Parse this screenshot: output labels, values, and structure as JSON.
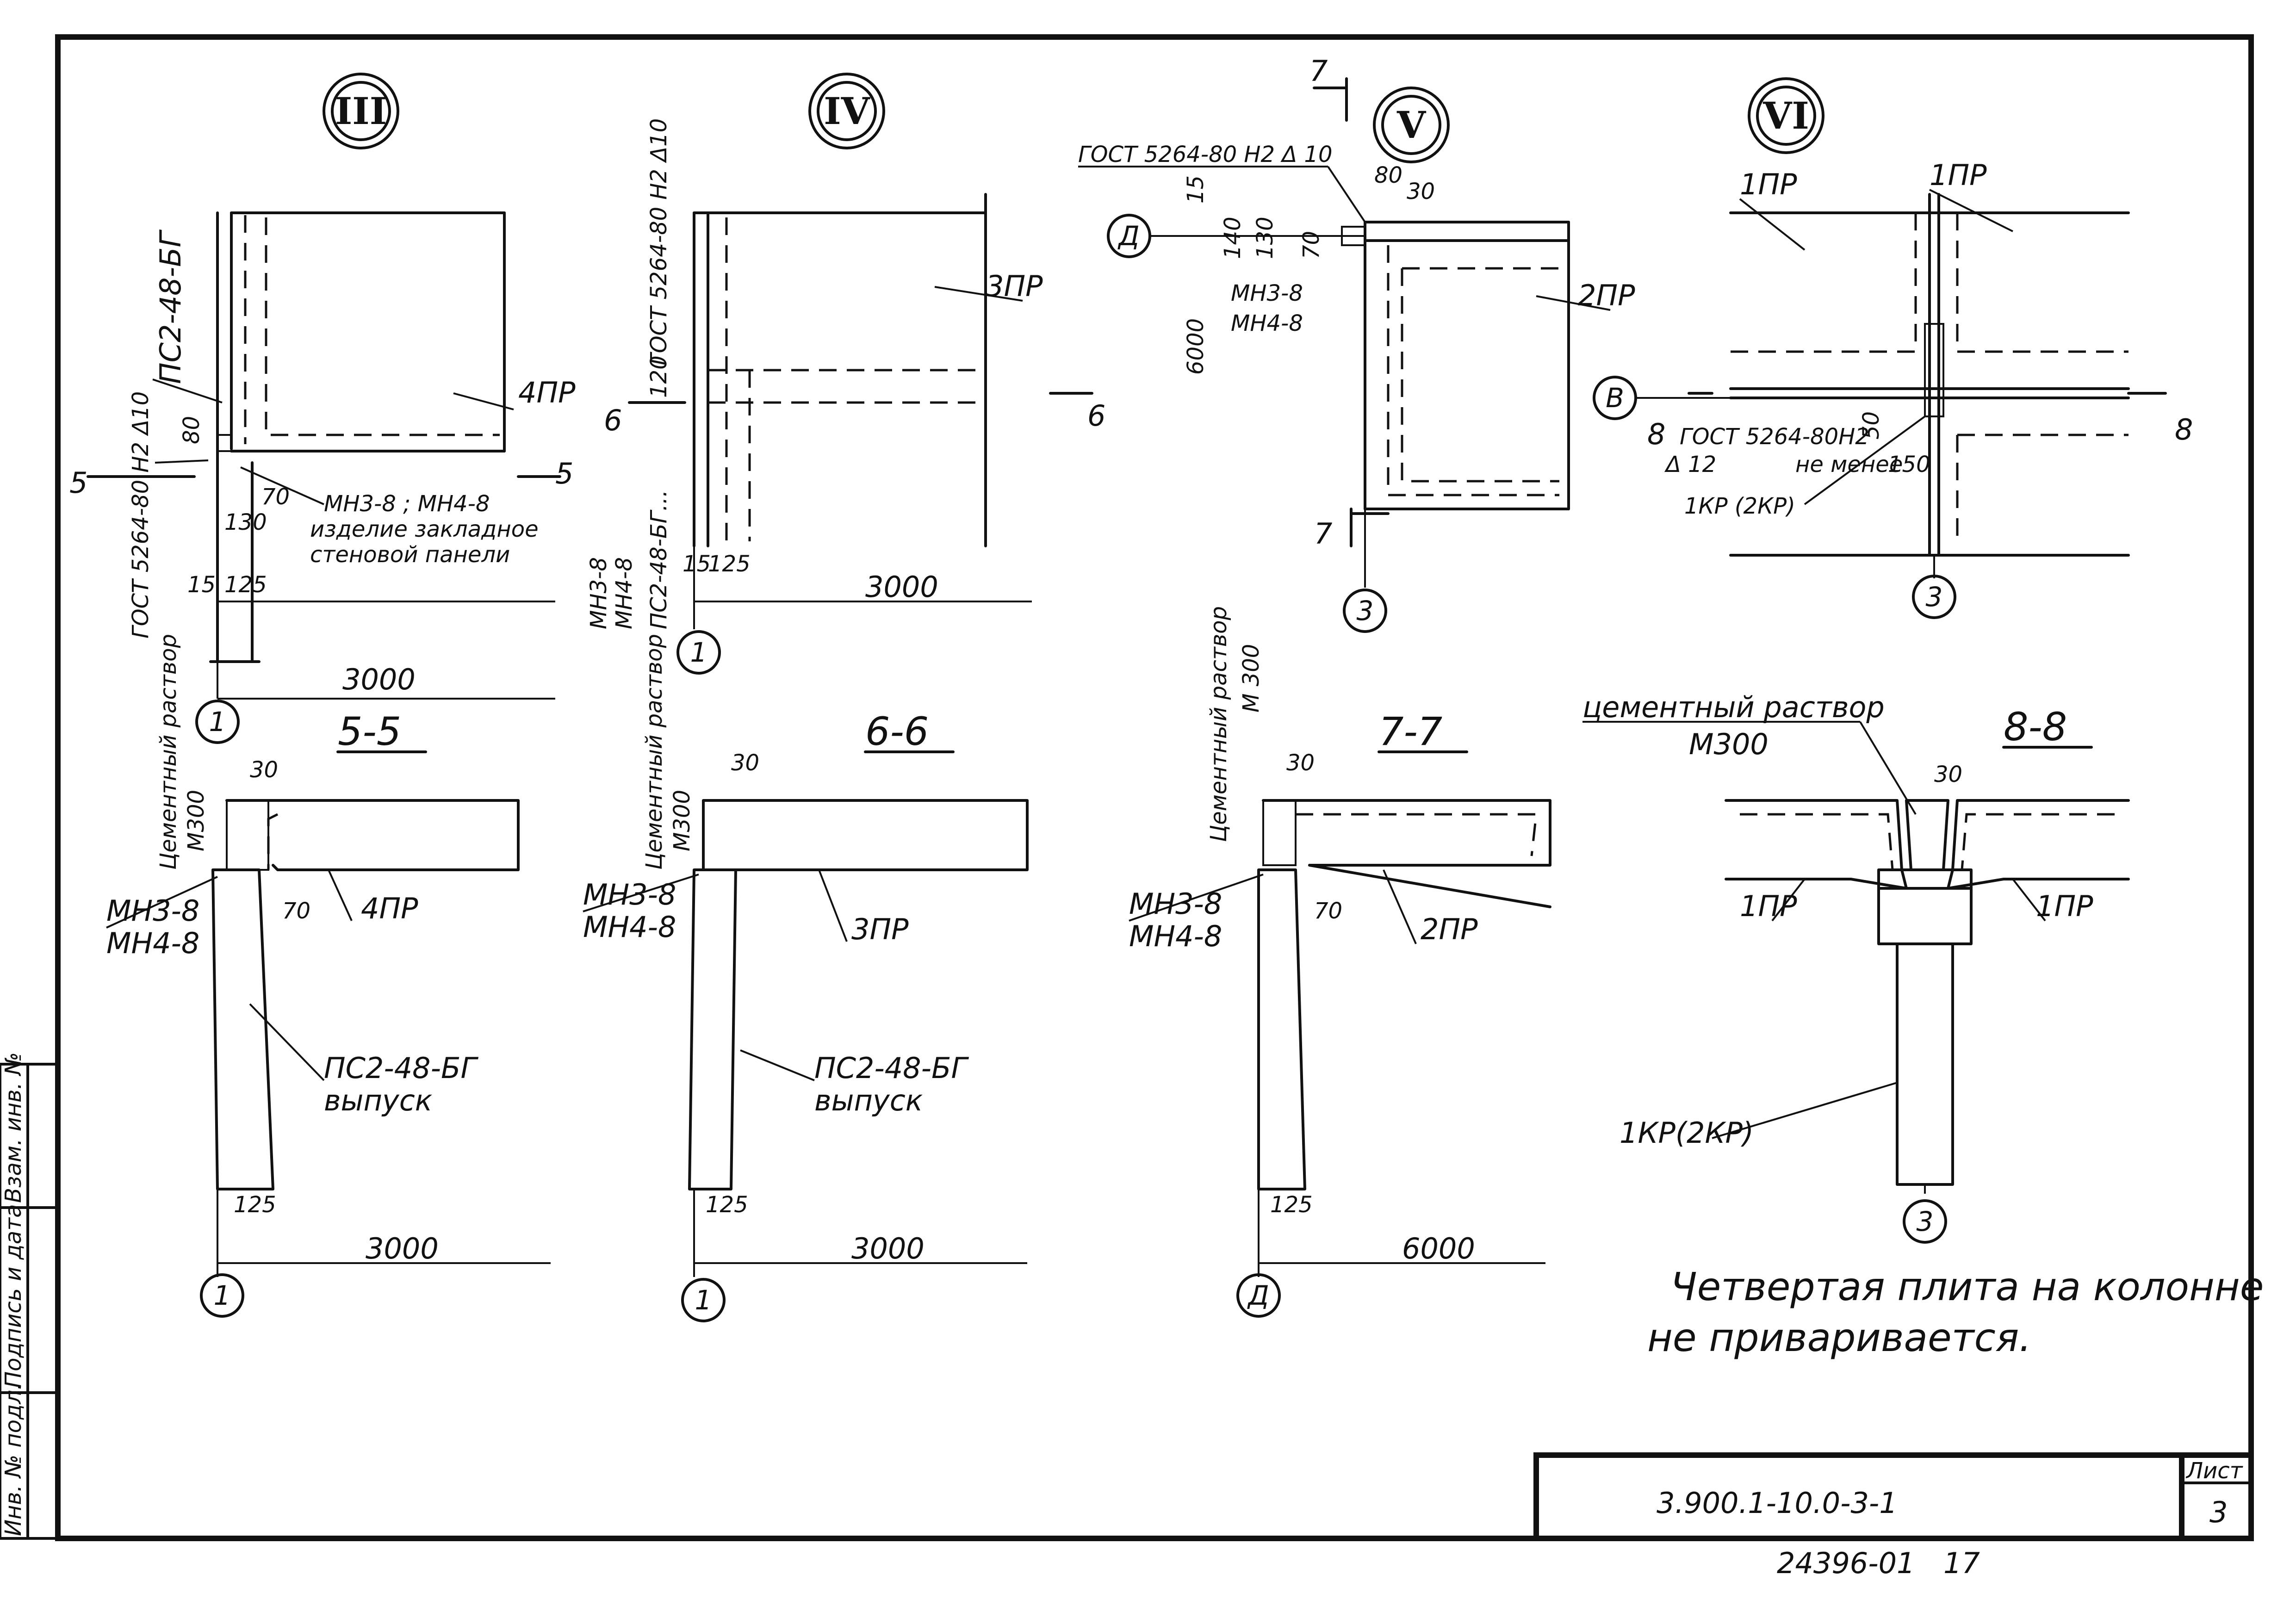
{
  "details": {
    "d3": {
      "mark": "III",
      "section_label": "5-5",
      "cut": "5"
    },
    "d4": {
      "mark": "IV",
      "section_label": "6-6",
      "cut": "6"
    },
    "d5": {
      "mark": "V",
      "section_label": "7-7",
      "cut": "7"
    },
    "d6": {
      "mark": "VI",
      "section_label": "8-8",
      "cut": "8"
    }
  },
  "axes": {
    "one": "1",
    "three": "3",
    "d": "Д",
    "v": "В"
  },
  "labels": {
    "pr4": "4ПР",
    "pr3": "3ПР",
    "pr2": "2ПР",
    "pr1": "1ПР",
    "pr1b": "1ПР",
    "ps_wall": "ПС2-48-БГ",
    "ps_wall_short": "ПС2-48-БГ...",
    "ps_release": "ПС2-48-БГ",
    "release": "выпуск",
    "gost_weld": "ГОСТ 5264-80 Н2 Δ10",
    "gost_weld_v": "ГОСТ 5264-80 Н2 Δ 10",
    "gost_weld_vi": "ГОСТ 5264-80Н2",
    "gost_weld_vi2": "Δ 12",
    "not_less": "не менее",
    "mn_pair": "МН3-8 ; МН4-8",
    "embedded": "изделие закладное",
    "embedded2": "стеновой панели",
    "mn3": "МН3-8",
    "mn4": "МН4-8",
    "cement": "Цементный раствор",
    "cement_vi": "цементный раствор",
    "m300": "М300",
    "m300_b": "М 300",
    "kr": "1КР (2КР)",
    "kr2": "1КР(2КР)"
  },
  "dims": {
    "d80": "80",
    "d70": "70",
    "d130": "130",
    "d15": "15",
    "d125": "125",
    "d3000": "3000",
    "d6000": "6000",
    "d30": "30",
    "d140": "140",
    "d150": "150",
    "d50": "50",
    "d120": "120"
  },
  "note": {
    "line1": "Четвертая плита на колонне",
    "line2": "не приваривается."
  },
  "stamp": {
    "code": "3.900.1-10.0-3-1",
    "sheet_label": "Лист",
    "sheet_no": "3",
    "archive": "24396-01",
    "page": "17"
  },
  "side_stamp": {
    "inv": "Инв. № подл.",
    "sign": "Подпись и дата",
    "inv2": "Взам. инв. №"
  }
}
